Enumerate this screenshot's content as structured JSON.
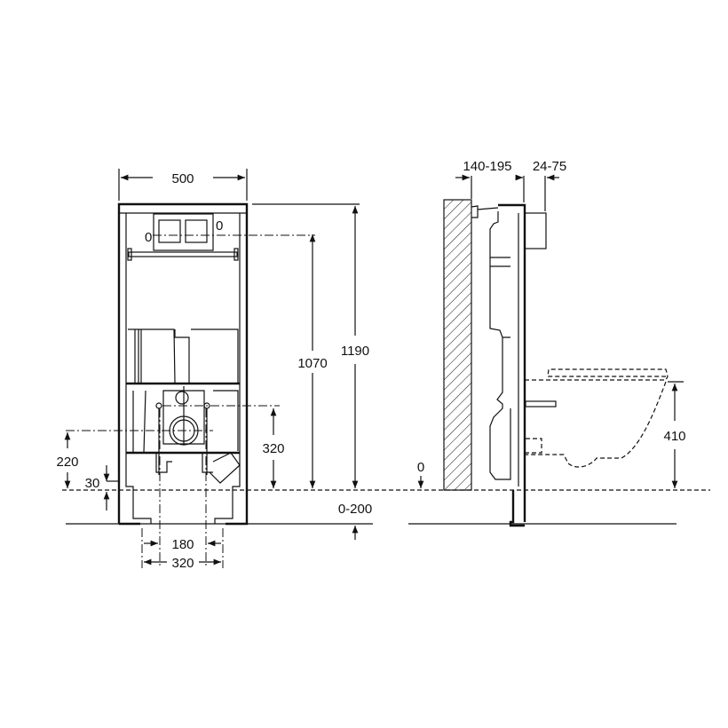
{
  "drawing": {
    "line_color": "#111111",
    "front_view": {
      "width_label": "500",
      "total_height_label": "1190",
      "button_height_label": "1070",
      "bolt_height_label": "320",
      "drain_height_label": "220",
      "offset_label": "30",
      "floor_adjust_label": "0-200",
      "bolt_spacing_label": "180",
      "foot_spacing_label": "320",
      "plate_screw_labels": [
        "0",
        "0"
      ]
    },
    "side_view": {
      "wall_depth_label": "140-195",
      "plate_depth_label": "24-75",
      "floor_level_label": "0",
      "seat_height_label": "410"
    }
  }
}
